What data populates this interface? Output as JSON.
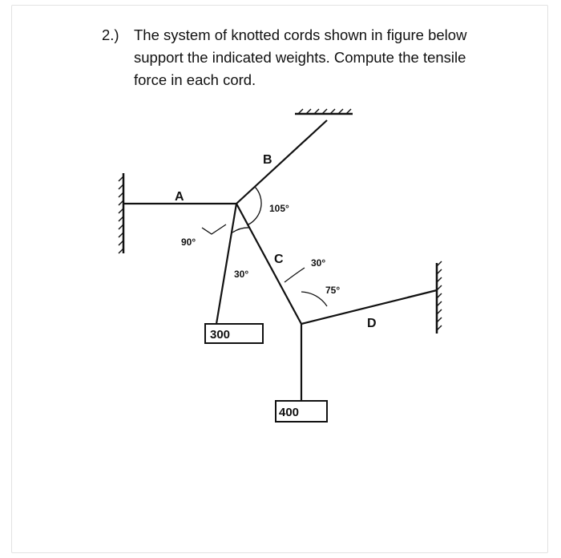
{
  "problem": {
    "number": "2.)",
    "text": "The system of knotted cords shown in figure below support the indicated weights. Compute the tensile force in each cord."
  },
  "figure": {
    "labels": {
      "A": "A",
      "B": "B",
      "C": "C",
      "D": "D"
    },
    "angles": {
      "at_B": "105°",
      "at_A_knot": "90°",
      "left_weight": "30°",
      "right_top": "30°",
      "right_knot": "75°"
    },
    "weights": {
      "left": "300",
      "right": "400"
    }
  }
}
